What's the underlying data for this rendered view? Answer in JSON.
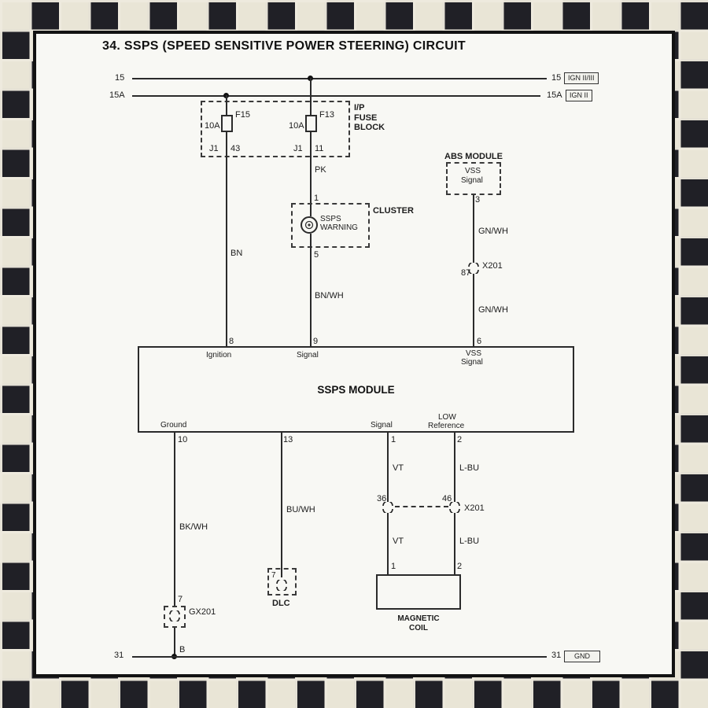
{
  "page": {
    "title": "34. SSPS (SPEED SENSITIVE POWER STEERING) CIRCUIT"
  },
  "rails": {
    "top1": {
      "left_label": "15",
      "right_label": "15",
      "tag": "IGN II/III"
    },
    "top2": {
      "left_label": "15A",
      "right_label": "15A",
      "tag": "IGN II"
    },
    "bottom": {
      "left_label": "31",
      "right_label": "31",
      "tag": "GND",
      "junction_pin": "B"
    }
  },
  "fuse_block": {
    "name_lines": [
      "I/P",
      "FUSE",
      "BLOCK"
    ],
    "fuse1": {
      "name": "F15",
      "rating": "10A",
      "connector": "J1",
      "pin": "43"
    },
    "fuse2": {
      "name": "F13",
      "rating": "10A",
      "connector": "J1",
      "pin": "11"
    }
  },
  "cluster": {
    "name": "CLUSTER",
    "lamp_line1": "SSPS",
    "lamp_line2": "WARNING",
    "pin_top": "1",
    "pin_bottom": "5"
  },
  "abs_module": {
    "name": "ABS MODULE",
    "line1": "VSS",
    "line2": "Signal",
    "pin": "3"
  },
  "wires": {
    "bn": "BN",
    "pk": "PK",
    "bnwh": "BN/WH",
    "gnwh_upper": "GN/WH",
    "gnwh_lower": "GN/WH",
    "bkwh": "BK/WH",
    "buwh": "BU/WH",
    "vt_upper": "VT",
    "vt_lower": "VT",
    "lbu_upper": "L-BU",
    "lbu_lower": "L-BU"
  },
  "connectors": {
    "x201_upper": {
      "pin": "87",
      "name": "X201"
    },
    "x201_lower": {
      "pin_left": "36",
      "pin_right": "46",
      "name": "X201"
    },
    "gx201": {
      "pin": "7",
      "name": "GX201"
    },
    "dlc": {
      "pin": "7",
      "name": "DLC"
    }
  },
  "ssps": {
    "name": "SSPS MODULE",
    "pin8": {
      "num": "8",
      "label": "Ignition"
    },
    "pin9": {
      "num": "9",
      "label": "Signal"
    },
    "pin6": {
      "num": "6",
      "label_line1": "VSS",
      "label_line2": "Signal"
    },
    "pin10": {
      "num": "10",
      "label": "Ground"
    },
    "pin13": {
      "num": "13"
    },
    "pin1": {
      "num": "1",
      "label": "Signal"
    },
    "pin2": {
      "num": "2",
      "label_line1": "LOW",
      "label_line2": "Reference"
    }
  },
  "coil": {
    "line1": "MAGNETIC",
    "line2": "COIL",
    "pin_left": "1",
    "pin_right": "2"
  }
}
